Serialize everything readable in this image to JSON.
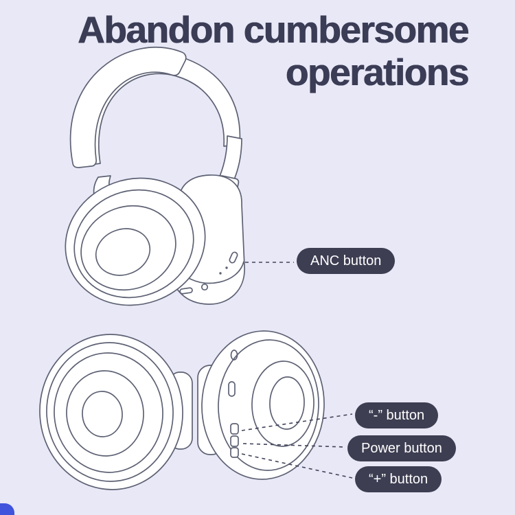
{
  "colors": {
    "bg": "#e8e8f6",
    "title": "#3b3c55",
    "badge-bg": "#3d3e52",
    "badge-text": "#ffffff",
    "line-art": "#5d6173",
    "accent-corner": "#4053dc"
  },
  "title": {
    "line1": "Abandon cumbersome",
    "line2": "operations"
  },
  "callouts": {
    "anc": "ANC button",
    "minus": "“-” button",
    "power": "Power button",
    "plus": "“+” button"
  },
  "illustration": {
    "top_view": "headphones-three-quarter-view",
    "bottom_view": "headphones-folded-flat-view"
  }
}
